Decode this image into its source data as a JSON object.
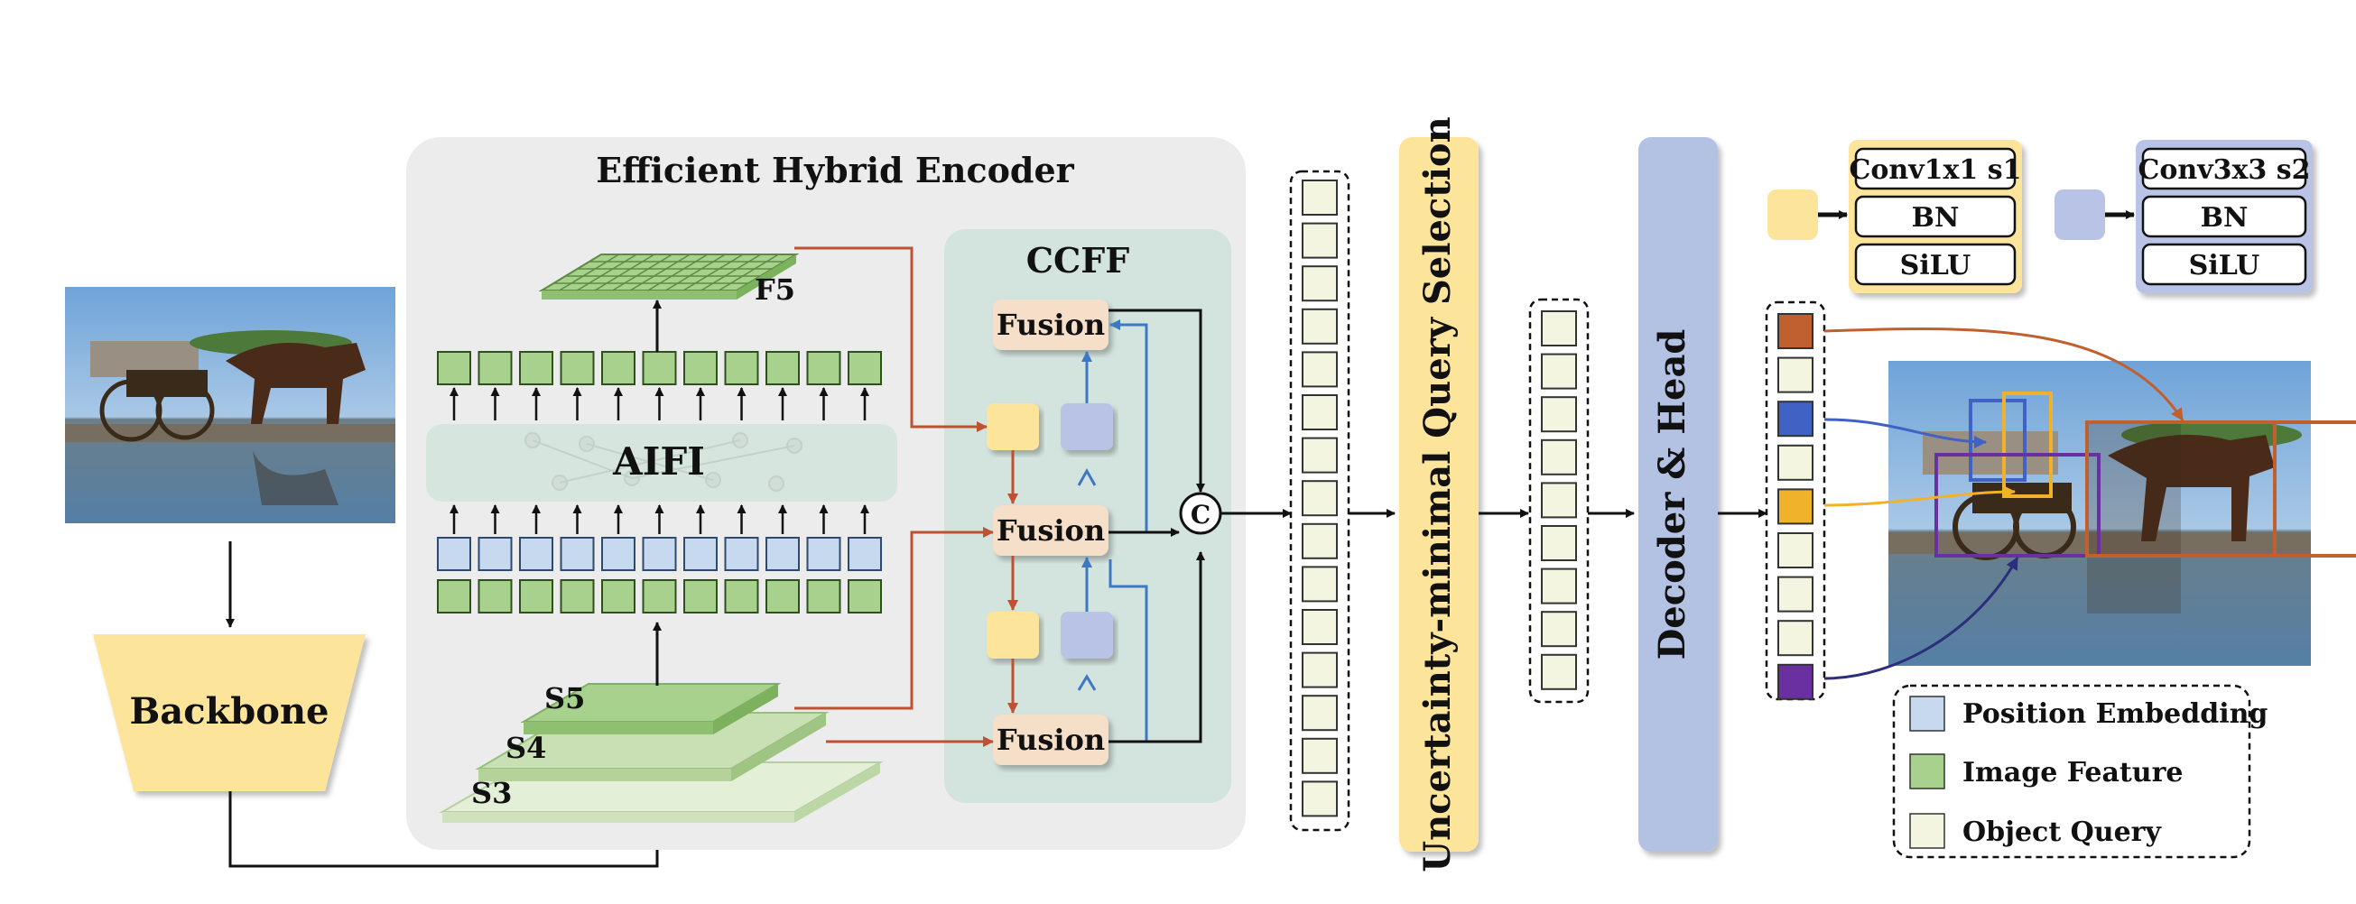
{
  "encoder": {
    "title": "Efficient Hybrid Encoder"
  },
  "backbone": {
    "label": "Backbone"
  },
  "stages": {
    "s3": "S3",
    "s4": "S4",
    "s5": "S5",
    "f5": "F5"
  },
  "aifi": {
    "label": "AIFI"
  },
  "ccff": {
    "title": "CCFF",
    "fusion_labels": [
      "Fusion",
      "Fusion",
      "Fusion"
    ],
    "concat_symbol": "C"
  },
  "query_selection": {
    "label": "Uncertainty-minimal Query Selection"
  },
  "decoder": {
    "label": "Decoder & Head"
  },
  "block_legend": {
    "yellow_block": [
      "Conv1x1 s1",
      "BN",
      "SiLU"
    ],
    "blue_block": [
      "Conv3x3 s2",
      "BN",
      "SiLU"
    ]
  },
  "legend": {
    "items": [
      {
        "label": "Position Embedding",
        "color": "#c7d9ef"
      },
      {
        "label": "Image Feature",
        "color": "#a9d18e"
      },
      {
        "label": "Object Query",
        "color": "#f3f5e1"
      }
    ]
  },
  "colors": {
    "encoder_bg": "#ececec",
    "ccff_bg": "#d3e3dd",
    "fusion": "#f5dfc9",
    "yellow": "#fce49b",
    "lavender": "#b9c3e6",
    "decoder": "#b3c1e3",
    "query": "#f3f5e1",
    "feature": "#a9d18e",
    "position": "#c7d9ef",
    "red_arrow": "#c0502f",
    "blue_arrow": "#3e78c2",
    "query_orange": "#c0602e",
    "query_blue": "#3f62c4",
    "query_yellow": "#f0b22a",
    "query_purple": "#6a2fa0"
  }
}
